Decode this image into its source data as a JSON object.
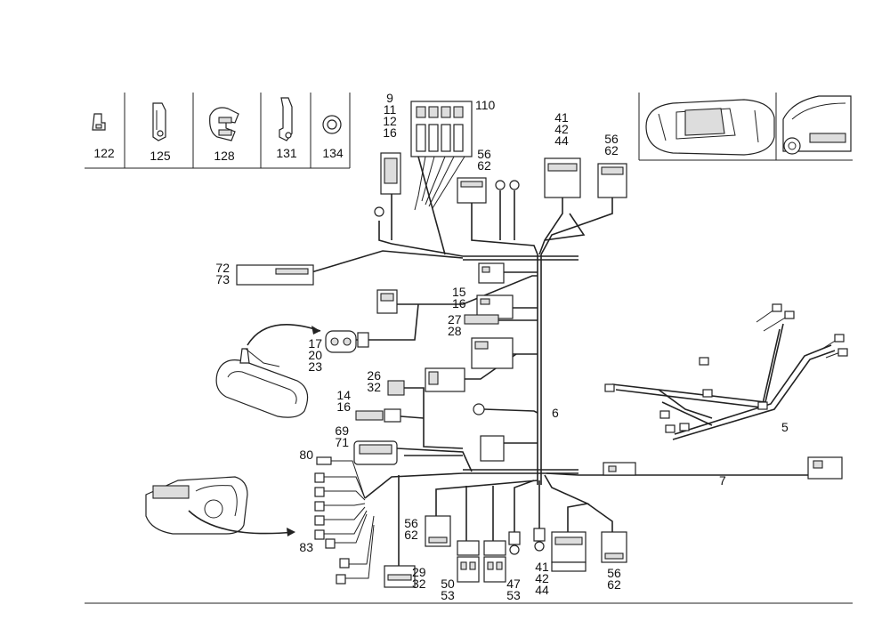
{
  "parts_strip": [
    {
      "id": "clip-122",
      "label": "122",
      "icon": "clip-icon"
    },
    {
      "id": "clip-125",
      "label": "125",
      "icon": "bracket-clip-icon"
    },
    {
      "id": "clip-128",
      "label": "128",
      "icon": "double-clip-icon"
    },
    {
      "id": "clip-131",
      "label": "131",
      "icon": "hook-clip-icon"
    },
    {
      "id": "grommet-134",
      "label": "134",
      "icon": "grommet-icon"
    }
  ],
  "callouts": {
    "c_9_11_12_16": "9\n11\n12\n16",
    "c_110": "110",
    "c_41_42_44_top": "41\n42\n44",
    "c_56_62_a": "56\n62",
    "c_56_62_b": "56\n62",
    "c_72_73": "72\n73",
    "c_15_16": "15\n16",
    "c_27_28": "27\n28",
    "c_17_20_23": "17\n20\n23",
    "c_26_32": "26\n32",
    "c_14_16": "14\n16",
    "c_6": "6",
    "c_69_71": "69\n71",
    "c_80": "80",
    "c_83": "83",
    "c_56_62_c": "56\n62",
    "c_29_32": "29\n32",
    "c_50_53": "50\n53",
    "c_47_53": "47\n53",
    "c_41_42_44_bottom": "41\n42\n44",
    "c_56_62_d": "56\n62",
    "c_5": "5",
    "c_7": "7"
  },
  "icons": {
    "car_top_view": "car-top-view-icon",
    "car_front_view": "car-front-view-icon",
    "rear_view_mirror": "rear-view-mirror-icon",
    "instrument_cluster": "instrument-cluster-icon",
    "harness_overview": "wiring-harness-icon"
  },
  "colors": {
    "line": "#222222",
    "background": "#ffffff"
  }
}
